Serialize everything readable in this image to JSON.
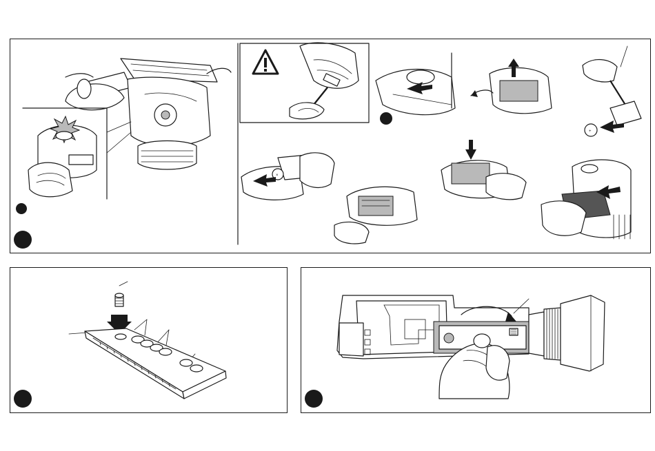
{
  "colors": {
    "line": "#1a1a1a",
    "fill": "#ffffff",
    "shade": "#b9b9b9",
    "dark": "#555555"
  },
  "icons": [
    "warning-triangle-icon",
    "step-circle-icon",
    "push-arrow-icon",
    "rotate-arrow-icon"
  ],
  "panels": {
    "top": {
      "steps": 2
    },
    "bottom_left": {
      "steps": 1
    },
    "bottom_right": {
      "steps": 1
    }
  }
}
